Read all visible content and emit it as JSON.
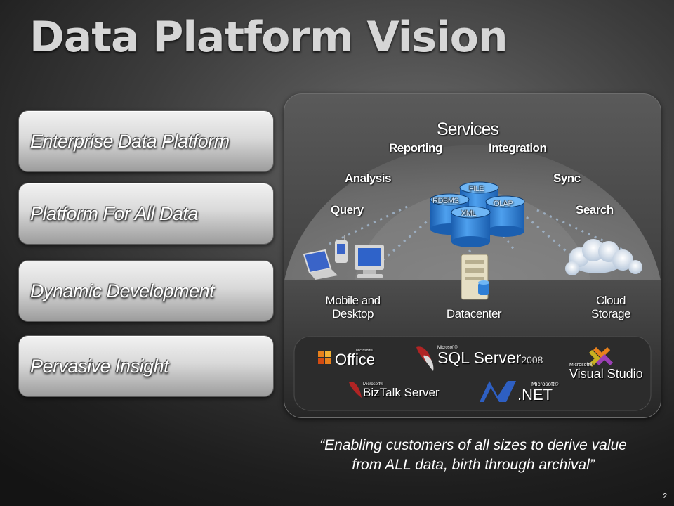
{
  "slide": {
    "title": "Data Platform Vision",
    "page_number": "2",
    "quote_line1": "“Enabling customers of all sizes to derive value",
    "quote_line2": "from ALL data, birth through archival”"
  },
  "pillars": [
    {
      "label": "Enterprise Data Platform"
    },
    {
      "label": "Platform For All Data"
    },
    {
      "label": "Dynamic Development"
    },
    {
      "label": "Pervasive Insight"
    }
  ],
  "diagram": {
    "services_title": "Services",
    "services": {
      "reporting": "Reporting",
      "integration": "Integration",
      "analysis": "Analysis",
      "sync": "Sync",
      "query": "Query",
      "search": "Search"
    },
    "databases": {
      "file": "FILE",
      "rdbms": "RDBMS",
      "olap": "OLAP",
      "xml": "XML"
    },
    "locations": {
      "mobile_line1": "Mobile  and",
      "mobile_line2": "Desktop",
      "datacenter": "Datacenter",
      "cloud_line1": "Cloud",
      "cloud_line2": "Storage"
    }
  },
  "products": {
    "office": {
      "small": "Microsoft®",
      "name": "Office"
    },
    "sql": {
      "small": "Microsoft®",
      "name": "SQL Server",
      "version": "2008"
    },
    "vs": {
      "small": "Microsoft®",
      "name": "Visual Studio"
    },
    "biztalk": {
      "small": "Microsoft®",
      "name": "BizTalk Server"
    },
    "net": {
      "small": "Microsoft®",
      "name": ".NET"
    }
  },
  "colors": {
    "pill_top": "#f2f2f2",
    "pill_bottom": "#9c9c9c",
    "db_blue": "#2f7fd6",
    "office_orange": "#e8811c"
  }
}
